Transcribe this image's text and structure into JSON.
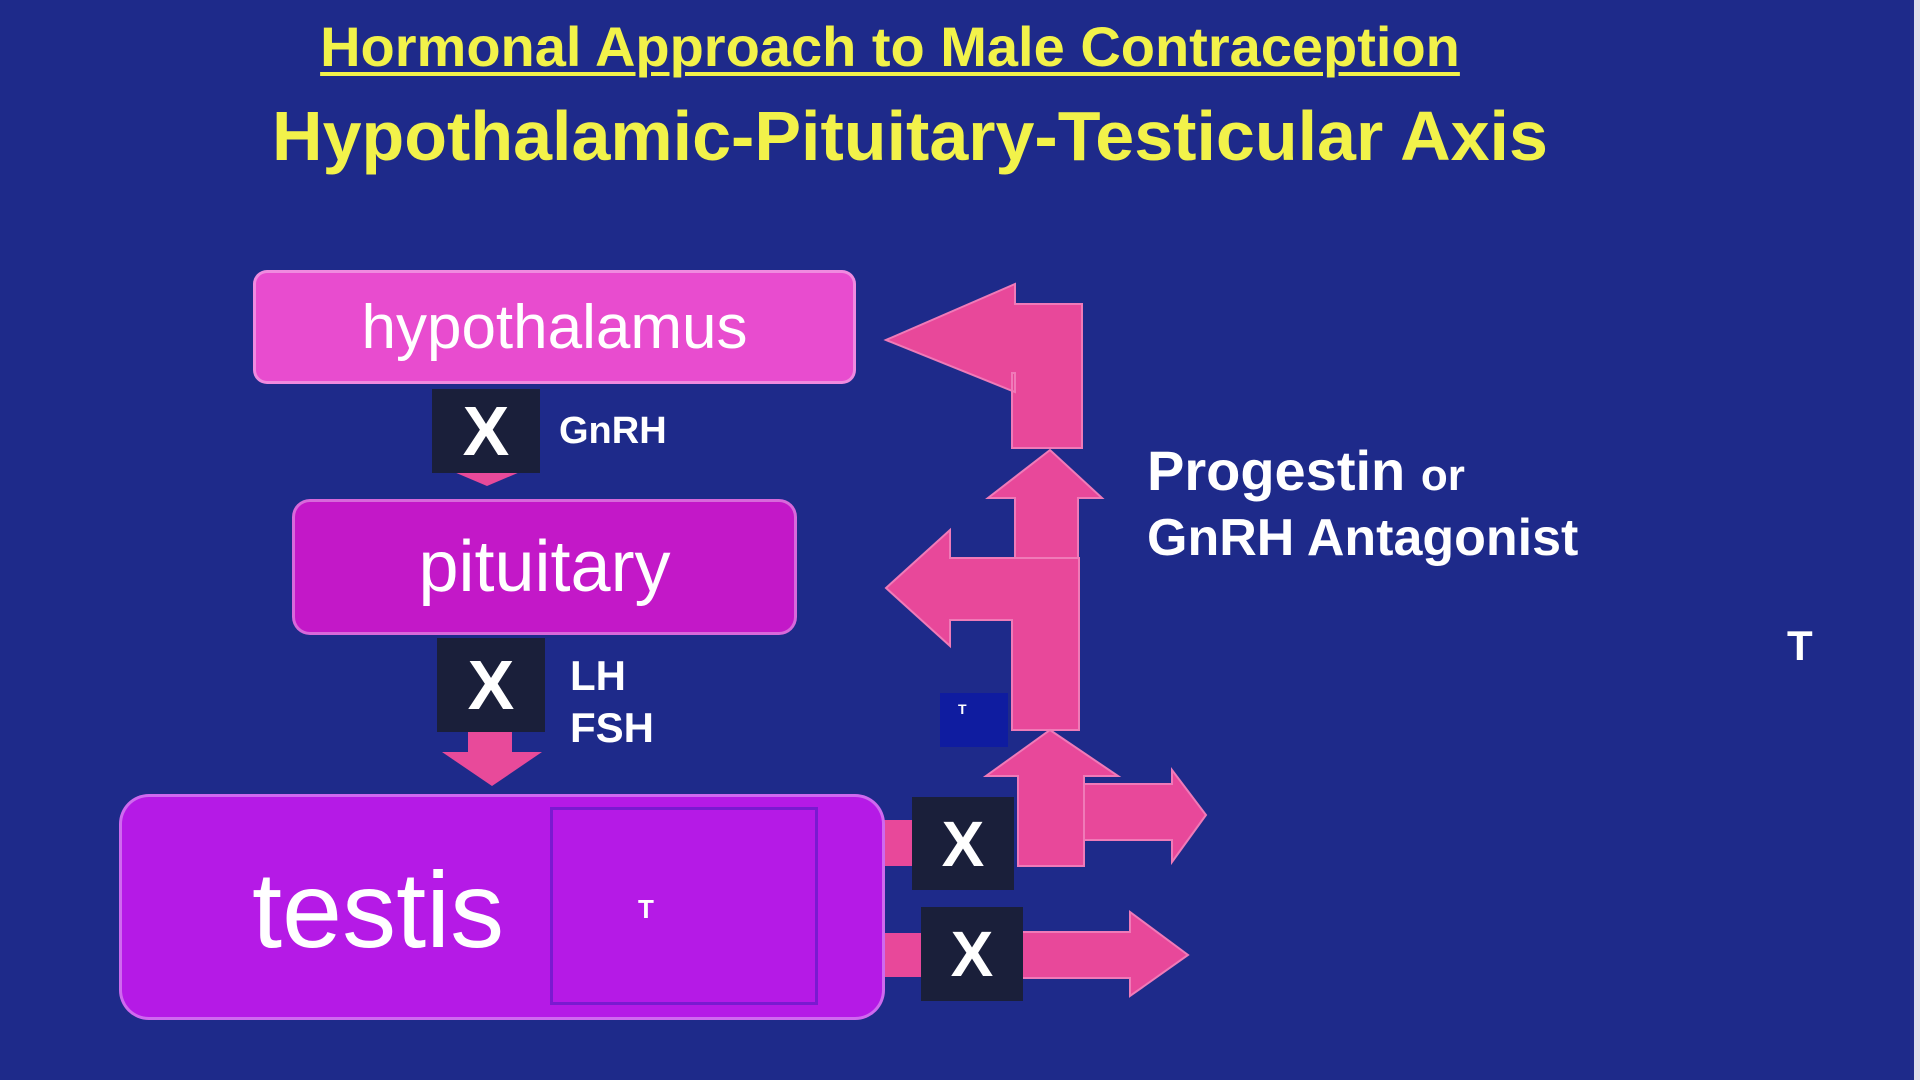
{
  "title": {
    "line1": "Hormonal Approach to Male Contraception",
    "line2": "Hypothalamic-Pituitary-Testicular Axis"
  },
  "boxes": {
    "hypothalamus": "hypothalamus",
    "pituitary": "pituitary",
    "testis": "testis",
    "testis_inner_label": "T"
  },
  "blocks": {
    "x1": "X",
    "x2": "X",
    "x3": "X",
    "x4": "X"
  },
  "hormones": {
    "gnrh": "GnRH",
    "lh": "LH",
    "fsh": "FSH"
  },
  "annotation": {
    "progestin": "Progestin",
    "or": "or",
    "gnrh_antagonist": "GnRH Antagonist",
    "t_right": "T",
    "t_small": "T"
  },
  "colors": {
    "background": "#1e2a8a",
    "title": "#f2f24a",
    "hypothalamus": "#e84ccf",
    "pituitary": "#c318c8",
    "testis": "#b51ae6",
    "arrow": "#e84a9a",
    "block": "#1a1f3a"
  }
}
